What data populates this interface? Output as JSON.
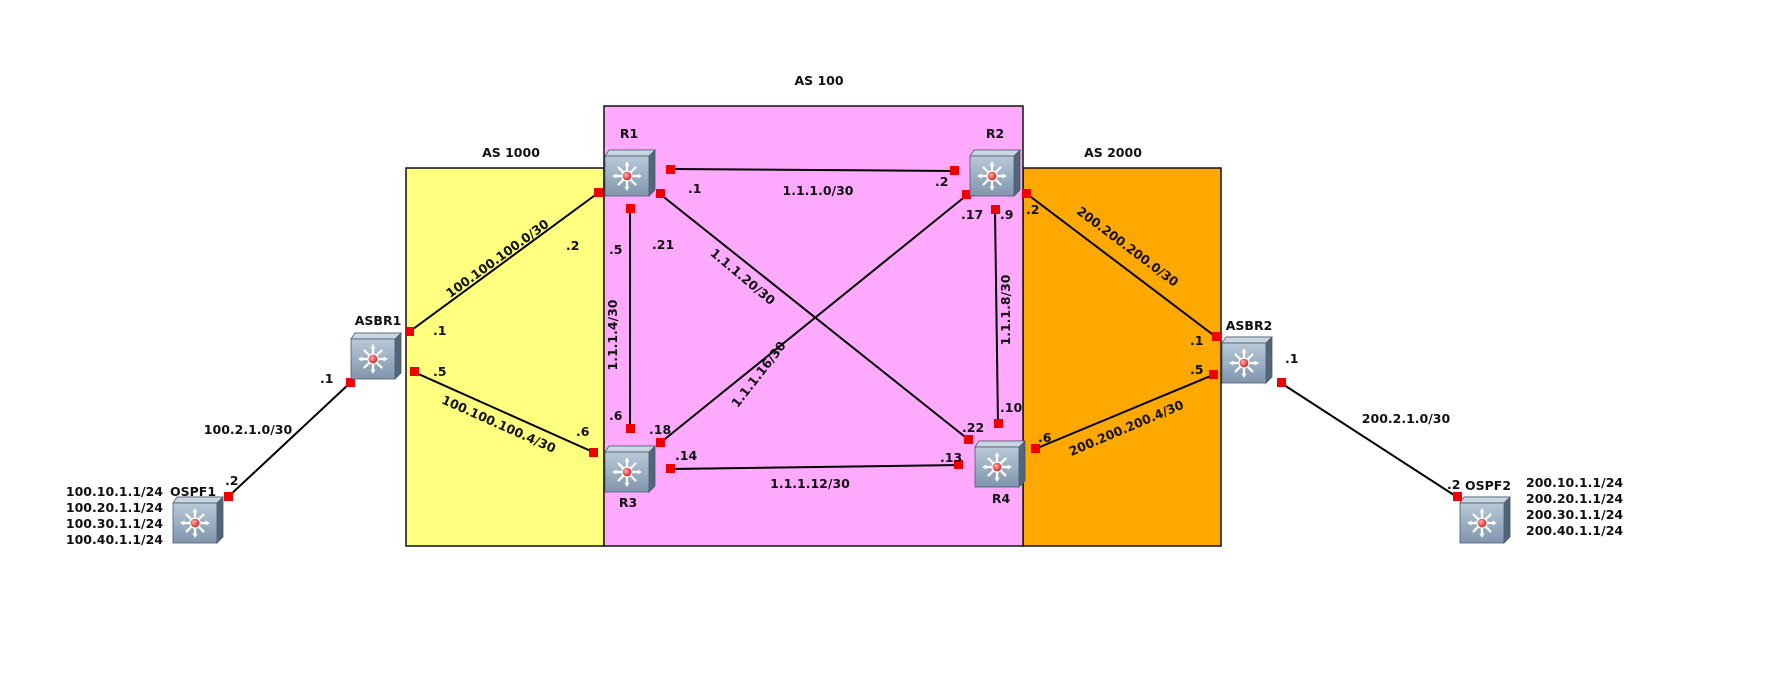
{
  "areas": {
    "as1000": {
      "title": "AS 1000",
      "color": "#ffff80"
    },
    "as100": {
      "title": "AS 100",
      "color": "#ffaaff"
    },
    "as2000": {
      "title": "AS 2000",
      "color": "#ffa800"
    }
  },
  "devices": {
    "r1": {
      "name": "R1"
    },
    "r2": {
      "name": "R2"
    },
    "r3": {
      "name": "R3"
    },
    "r4": {
      "name": "R4"
    },
    "asbr1": {
      "name": "ASBR1"
    },
    "asbr2": {
      "name": "ASBR2"
    },
    "ospf1": {
      "name": "OSPF1",
      "networks": [
        "100.10.1.1/24",
        "100.20.1.1/24",
        "100.30.1.1/24",
        "100.40.1.1/24"
      ]
    },
    "ospf2": {
      "name": "OSPF2",
      "networks": [
        "200.10.1.1/24",
        "200.20.1.1/24",
        "200.30.1.1/24",
        "200.40.1.1/24"
      ]
    }
  },
  "links": {
    "r1_r2": {
      "subnet": "1.1.1.0/30",
      "a_ip": ".1",
      "b_ip": ".2"
    },
    "r1_r3": {
      "subnet": "1.1.1.4/30",
      "a_ip": ".5",
      "b_ip": ".6"
    },
    "r2_r4": {
      "subnet": "1.1.1.8/30",
      "a_ip": ".9",
      "b_ip": ".10"
    },
    "r3_r4": {
      "subnet": "1.1.1.12/30",
      "a_ip": ".14",
      "b_ip": ".13"
    },
    "r2_r3": {
      "subnet": "1.1.1.16/30",
      "a_ip": ".17",
      "b_ip": ".18"
    },
    "r1_r4": {
      "subnet": "1.1.1.20/30",
      "a_ip": ".21",
      "b_ip": ".22"
    },
    "asbr1_r1": {
      "subnet": "100.100.100.0/30",
      "a_ip": ".1",
      "b_ip": ".2"
    },
    "asbr1_r3": {
      "subnet": "100.100.100.4/30",
      "a_ip": ".5",
      "b_ip": ".6"
    },
    "asbr1_ospf1": {
      "subnet": "100.2.1.0/30",
      "a_ip": ".1",
      "b_ip": ".2"
    },
    "r2_asbr2": {
      "subnet": "200.200.200.0/30",
      "a_ip": ".2",
      "b_ip": ".1"
    },
    "r4_asbr2": {
      "subnet": "200.200.200.4/30",
      "a_ip": ".6",
      "b_ip": ".5"
    },
    "asbr2_ospf2": {
      "subnet": "200.2.1.0/30",
      "a_ip": ".1",
      "b_ip": ".2"
    }
  },
  "icons": {
    "device": "layer3-switch-icon"
  }
}
